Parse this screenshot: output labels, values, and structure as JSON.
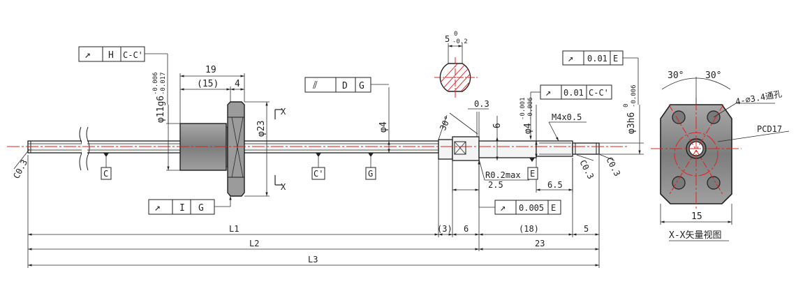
{
  "colors": {
    "centerline": "#e02020",
    "line": "#1e1e1e",
    "body_gray": "#8a8a8a"
  },
  "frames": {
    "runout_h_cc": {
      "symbol": "↗",
      "tolerance": "H",
      "datum": "C-C'"
    },
    "parallel_d_g": {
      "symbol": "⫽",
      "tolerance": "D",
      "datum": "G"
    },
    "runout_001_cc_shoulder": {
      "symbol": "↗",
      "tolerance": "0.01",
      "datum": "C-C'"
    },
    "runout_001_e": {
      "symbol": "↗",
      "tolerance": "0.01",
      "datum": "E"
    },
    "runout_i_g": {
      "symbol": "↗",
      "tolerance": "I",
      "datum": "G"
    },
    "runout_0005_e": {
      "symbol": "↗",
      "tolerance": "0.005",
      "datum": "E"
    }
  },
  "datums": {
    "c": "C",
    "c_prime": "C'",
    "g": "G",
    "e": "E"
  },
  "dims": {
    "d19": "19",
    "d15p": "(15)",
    "d4": "4",
    "d11": "φ11g6",
    "d11_tol_up": "-0.006",
    "d11_tol_lo": "-0.017",
    "d23": "φ23",
    "d4_shaft": "φ4",
    "d6": "6",
    "d4_bearing": "φ4",
    "d4b_tol_up": "-0.001",
    "d4b_tol_lo": "-0.006",
    "m4": "M4x0.5",
    "d3h6": "φ3h6",
    "d3_tol_up": "0",
    "d3_tol_lo": "-0.006",
    "d03": "0.3",
    "ang30": "30°",
    "r02": "R0.2max",
    "d25": "2.5",
    "d65": "6.5",
    "c03_left": "C0.3",
    "c03_mid": "C0.3",
    "c03_right": "C0.3",
    "l1": "L1",
    "l2": "L2",
    "l3": "L3",
    "d3p": "(3)",
    "d18p": "(18)",
    "d5": "5",
    "d23len": "23",
    "flat_width": "5",
    "flat_tol_up": "0",
    "flat_tol_lo": "-0.2"
  },
  "section": {
    "x_label_top": "X",
    "x_label_bottom": "X"
  },
  "flange_view": {
    "angle_left": "30°",
    "angle_right": "30°",
    "holes_label": "4-⌀3.4通孔",
    "pcd_label": "PCD17",
    "width_label": "15",
    "view_title": "X-X矢量视图"
  }
}
